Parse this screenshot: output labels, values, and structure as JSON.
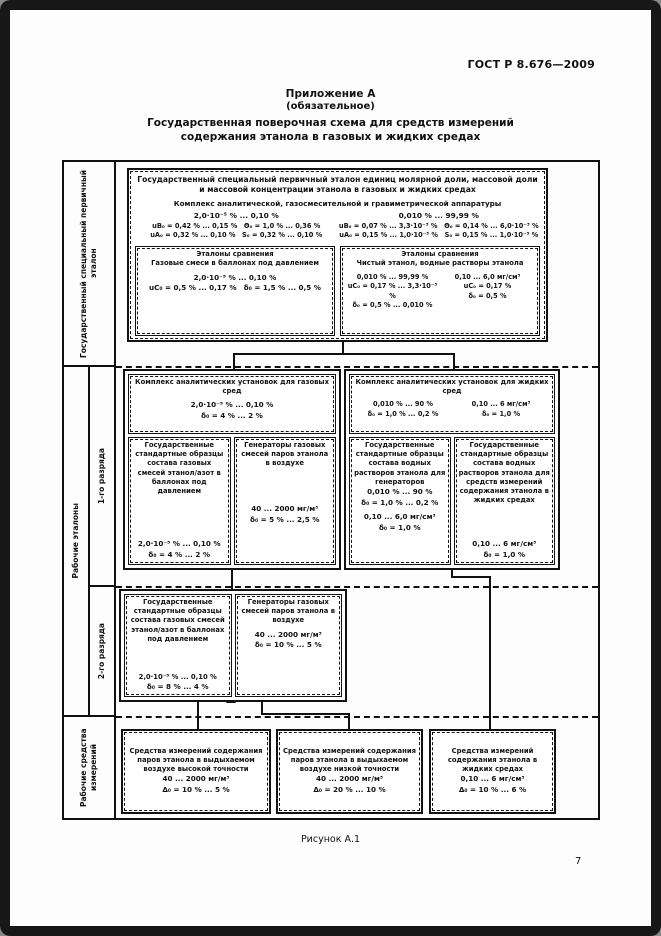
{
  "page": {
    "standard": "ГОСТ Р 8.676—2009",
    "appendix": "Приложение А",
    "appendix_note": "(обязательное)",
    "title_line1": "Государственная поверочная схема для средств измерений",
    "title_line2": "содержания этанола в газовых и жидких средах",
    "figure_caption": "Рисунок А.1",
    "page_number": "7"
  },
  "sidebar": {
    "primary": "Государственный специальный первичный эталон",
    "working": "Рабочие эталоны",
    "rank1": "1-го разряда",
    "rank2": "2-го разряда",
    "working_mi": "Рабочие средства измерений"
  },
  "primary": {
    "title": "Государственный специальный первичный эталон единиц молярной доли, массовой доли и массовой концентрации этанола в газовых и жидких средах",
    "apparatus": "Комплекс аналитической, газосмесительной и гравиметрической аппаратуры",
    "gas_range": "2,0·10⁻⁵ % ... 0,10 %",
    "liq_range": "0,010 % ... 99,99 %",
    "gas_u1": "uB₀ = 0,42 % ... 0,15 % Θ₀ = 1,0 % ... 0,36 %",
    "gas_u2": "uA₀ = 0,32 % ... 0,10 % S₀ = 0,32 % ... 0,10 %",
    "liq_u1": "uB₀ = 0,07 % ... 3,3·10⁻³ % Θ₀ = 0,14 % ... 6,0·10⁻³ %",
    "liq_u2": "uA₀ = 0,15 % ... 1,0·10⁻³ % S₀ = 0,15 % ... 1,0·10⁻³ %"
  },
  "compare_gas": {
    "name": "Эталоны сравнения",
    "desc": "Газовые смеси в баллонах под давлением",
    "range": "2,0·10⁻⁵ % ... 0,10 %",
    "errors": "uC₀ = 0,5 % ... 0,17 % δ₀ = 1,5 % ... 0,5 %"
  },
  "compare_liq": {
    "name": "Эталоны сравнения",
    "desc": "Чистый этанол, водные растворы этанола",
    "r1": "0,010 % ... 99,99 %",
    "u1": "uC₀ = 0,17 % ... 3,3·10⁻³ %",
    "d1": "δ₀ = 0,5 % ... 0,010 %",
    "r2": "0,10 ... 6,0 мг/см³",
    "u2": "uC₀ = 0,17 %",
    "d2": "δ₀ = 0,5 %"
  },
  "rank1": {
    "gas_header": {
      "title": "Комплекс аналитических установок для газовых сред",
      "range": "2,0·10⁻⁵ % ... 0,10 %",
      "error": "δ₀ = 4 % ... 2 %"
    },
    "liq_header": {
      "title": "Комплекс аналитических установок для жидких сред",
      "r1": "0,010 % ... 90 %",
      "d1": "δ₀ = 1,0 % ... 0,2 %",
      "r2": "0,10 ... 6 мг/см³",
      "d2": "δ₀ = 1,0 %"
    },
    "boxes": [
      {
        "title": "Государственные стандартные образцы состава газовых смесей этанол/азот в баллонах под давлением",
        "range": "2,0·10⁻⁵ % ... 0,10 %",
        "error": "δ₀ = 4 % ... 2 %"
      },
      {
        "title": "Генераторы газовых смесей паров этанола в воздухе",
        "range": "40 ... 2000 мг/м³",
        "error": "δ₀ = 5 % ... 2,5 %"
      },
      {
        "title": "Государственные стандартные образцы состава водных растворов этанола для генераторов",
        "r1": "0,010 % ... 90 %",
        "d1": "δ₀ = 1,0 % ... 0,2 %",
        "r2": "0,10 ... 6,0 мг/см³",
        "d2": "δ₀ = 1,0 %"
      },
      {
        "title": "Государственные стандартные образцы состава водных растворов этанола для средств измерений содержания этанола в жидких средах",
        "range": "0,10 ... 6 мг/см³",
        "error": "δ₀ = 1,0 %"
      }
    ]
  },
  "rank2": {
    "boxes": [
      {
        "title": "Государственные стандартные образцы состава газовых смесей этанол/азот в баллонах под давлением",
        "range": "2,0·10⁻⁵ % ... 0,10 %",
        "error": "δ₀ = 8 % ... 4 %"
      },
      {
        "title": "Генераторы газовых смесей паров этанола в воздухе",
        "range": "40 ... 2000 мг/м³",
        "error": "δ₀ = 10 % ... 5 %"
      }
    ]
  },
  "wmi": {
    "boxes": [
      {
        "title": "Средства измерений содержания паров этанола в выдыхаемом воздухе высокой точности",
        "range": "40 ... 2000 мг/м³",
        "error": "Δ₀ = 10 % ... 5 %"
      },
      {
        "title": "Средства измерений содержания паров этанола в выдыхаемом воздухе низкой точности",
        "range": "40 ... 2000 мг/м³",
        "error": "Δ₀ = 20 % ... 10 %"
      },
      {
        "title": "Средства измерений содержания этанола в жидких средах",
        "range": "0,10 ... 6 мг/см³",
        "error": "Δ₀ = 10 % ... 6 %"
      }
    ]
  }
}
